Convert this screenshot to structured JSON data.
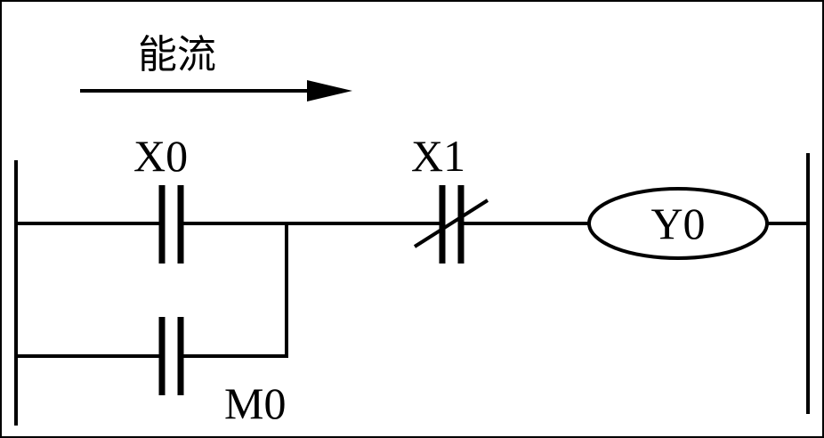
{
  "power_flow": {
    "label": "能流"
  },
  "contacts": {
    "x0": {
      "label": "X0",
      "type": "normally-open"
    },
    "x1": {
      "label": "X1",
      "type": "normally-closed"
    },
    "m0": {
      "label": "M0",
      "type": "normally-open"
    }
  },
  "coil": {
    "y0": {
      "label": "Y0"
    }
  },
  "colors": {
    "line": "#000000",
    "background": "#ffffff"
  }
}
